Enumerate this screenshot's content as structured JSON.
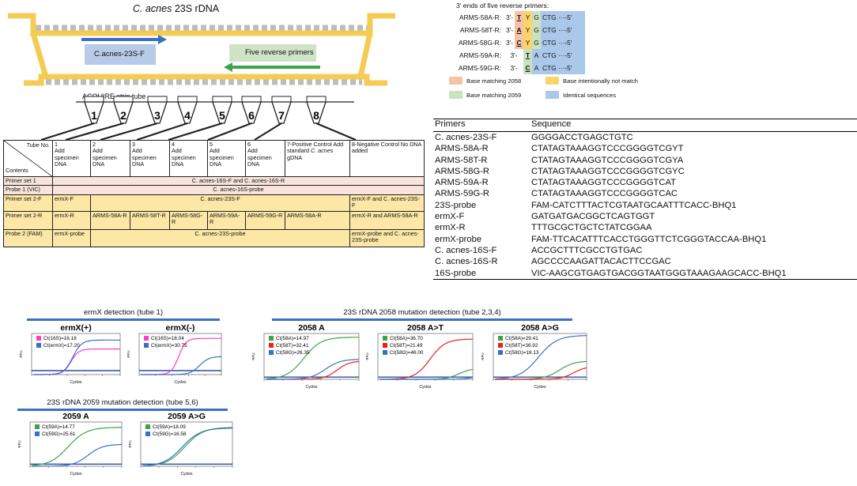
{
  "top_diagram": {
    "title_species": "C. acnes",
    "title_rest": " 23S rDNA",
    "forward_label": "C.acnes-23S-F",
    "reverse_label": "Five reverse primers",
    "strip_label": "ACQUIRE strip tube",
    "tube_numbers": [
      "1",
      "2",
      "3",
      "4",
      "5",
      "6",
      "7",
      "8"
    ]
  },
  "primers_legend": {
    "title": "3' ends of five reverse primers:",
    "rows": [
      {
        "name": "ARMS-58A-R:",
        "prime": "3'-",
        "b1": "T",
        "b2": "Y",
        "b3": "G",
        "tail": "CTG ···-5'"
      },
      {
        "name": "ARMS-58T-R:",
        "prime": "3'-",
        "b1": "A",
        "b2": "Y",
        "b3": "G",
        "tail": "CTG ···-5'"
      },
      {
        "name": "ARMS-58G-R:",
        "prime": "3'-",
        "b1": "C",
        "b2": "Y",
        "b3": "G",
        "tail": "CTG ···-5'"
      },
      {
        "name": "ARMS-59A-R:",
        "prime": "3'-",
        "b2": "T",
        "b3": "A",
        "tail": "CTG ···-5'"
      },
      {
        "name": "ARMS-59G-R:",
        "prime": "3'-",
        "b2": "C",
        "b3": "A",
        "tail": "CTG ···-5'"
      }
    ],
    "key": [
      {
        "label": "Base matching 2058",
        "color": "#f6c3a8"
      },
      {
        "label": "Base intentionally not match",
        "color": "#fbd36b"
      },
      {
        "label": "Base matching 2059",
        "color": "#c9e2bf"
      },
      {
        "label": "Identical sequences",
        "color": "#a9c8ea"
      }
    ]
  },
  "reagent_table": {
    "tube_no": "Tube No.",
    "contents": "Contents",
    "tubes": [
      {
        "num": "1",
        "text": "Add specimen DNA"
      },
      {
        "num": "2",
        "text": "Add specimen DNA"
      },
      {
        "num": "3",
        "text": "Add specimen DNA"
      },
      {
        "num": "4",
        "text": "Add specimen DNA"
      },
      {
        "num": "5",
        "text": "Add specimen DNA"
      },
      {
        "num": "6",
        "text": "Add specimen DNA"
      },
      {
        "num": "7",
        "text": "7-Positive Control Add standard",
        "italic": "C. acnes",
        "after": " gDNA"
      },
      {
        "num": "8",
        "text": "8-Negative Control No DNA added"
      }
    ],
    "rows": {
      "primer_set_1": {
        "label": "Primer set 1",
        "value": "C. acnes-16S-F and C. acnes-16S-R"
      },
      "probe_1": {
        "label": "Probe 1 (VIC)",
        "value": "C. acnes-16S-probe"
      },
      "primer_set_2f": {
        "label": "Primer set 2-F",
        "t1": "ermX-F",
        "mid": "C. acnes-23S-F",
        "t8": "ermX-F and C. acnes-23S-F"
      },
      "primer_set_2r": {
        "label": "Primer set 2-R",
        "t1": "ermX-R",
        "t2": "ARMS-58A-R",
        "t3": "ARMS-58T-R",
        "t4": "ARMS-58G-R",
        "t5": "ARMS-59A-R",
        "t6": "ARMS-59G-R",
        "t7": "ARMS-58A-R",
        "t8": "ermX-R and ARMS-58A-R"
      },
      "probe_2": {
        "label": "Probe 2 (FAM)",
        "t1": "ermX-probe",
        "mid": "C. acnes-23S-probe",
        "t8": "ermX-probe and C. acnes-23S-probe"
      }
    }
  },
  "sequence_table": {
    "col_primers": "Primers",
    "col_sequence": "Sequence",
    "rows": [
      {
        "name": "C. acnes-23S-F",
        "seq": "GGGGACCTGAGCTGTC"
      },
      {
        "name": "ARMS-58A-R",
        "seq": "CTATAGTAAAGGTCCCGGGGTCGYT"
      },
      {
        "name": "ARMS-58T-R",
        "seq": "CTATAGTAAAGGTCCCGGGGTCGYA"
      },
      {
        "name": "ARMS-58G-R",
        "seq": "CTATAGTAAAGGTCCCGGGGTCGYC"
      },
      {
        "name": "ARMS-59A-R",
        "seq": "CTATAGTAAAGGTCCCGGGGTCAT"
      },
      {
        "name": "ARMS-59G-R",
        "seq": "CTATAGTAAAGGTCCCGGGGTCAC"
      },
      {
        "name": "23S-probe",
        "seq": "FAM-CATCTTTACTCGTAATGCAATTTCACC-BHQ1"
      },
      {
        "name": "ermX-F",
        "seq": "GATGATGACGGCTCAGTGGT"
      },
      {
        "name": "ermX-R",
        "seq": "TTTGCGCTGCTCTATCGGAA"
      },
      {
        "name": "ermX-probe",
        "seq": "FAM-TTCACATTTCACCTGGGTTCTCGGGTACCAA-BHQ1"
      },
      {
        "name": "C. acnes-16S-F",
        "seq": "ACCGCTTTCGCCTGTGAC"
      },
      {
        "name": "C. acnes-16S-R",
        "seq": "AGCCCCAAGATTACACTTCCGAC"
      },
      {
        "name": "16S-probe",
        "seq": "VIC-AAGCGTGAGTGACGGTAATGGGTAAAGAAGCACC-BHQ1"
      }
    ]
  },
  "group_titles": {
    "ermx": "ermX detection (tube 1)",
    "r2058": "23S rDNA 2058 mutation detection (tube 2,3,4)",
    "r2059": "23S rDNA 2059 mutation detection (tube 5,6)"
  },
  "colors": {
    "pink": "#ff3ccf",
    "blue": "#3a6fc4",
    "green": "#3aa54a",
    "red": "#e8201c"
  },
  "chart_data": [
    {
      "type": "line",
      "title": "ermX(+)",
      "xlabel": "Cycles",
      "ylabel": "RFU",
      "xlim": [
        0,
        50
      ],
      "ylim": [
        0,
        1.25
      ],
      "legend": [
        {
          "name": "Ct(16S)=16.18",
          "color": "pink"
        },
        {
          "name": "Ct(ermX)=17.20",
          "color": "blue"
        }
      ],
      "series": [
        {
          "color": "pink",
          "ct": 16.18,
          "plateau": 0.78,
          "k": 0.45
        },
        {
          "color": "blue",
          "ct": 17.2,
          "plateau": 1.05,
          "k": 0.4
        }
      ],
      "threshold": 0.12
    },
    {
      "type": "line",
      "title": "ermX(-)",
      "xlabel": "Cycles",
      "ylabel": "RFU",
      "xlim": [
        0,
        50
      ],
      "ylim": [
        0,
        1.25
      ],
      "legend": [
        {
          "name": "Ct(16S)=18.04",
          "color": "pink"
        },
        {
          "name": "Ct(ermX)=30.75",
          "color": "blue"
        }
      ],
      "series": [
        {
          "color": "pink",
          "ct": 18.04,
          "plateau": 1.1,
          "k": 0.45
        },
        {
          "color": "blue",
          "ct": 30.75,
          "plateau": 0.55,
          "k": 0.35
        }
      ],
      "threshold": 0.12
    },
    {
      "type": "line",
      "title": "2058 A",
      "xlabel": "Cycles",
      "ylabel": "RFU",
      "xlim": [
        0,
        50
      ],
      "ylim": [
        0,
        1.25
      ],
      "legend": [
        {
          "name": "Ct(58A)=14.97",
          "color": "green"
        },
        {
          "name": "Ct(58T)=32.41",
          "color": "red"
        },
        {
          "name": "Ct(58G)=26.35",
          "color": "blue"
        }
      ],
      "series": [
        {
          "color": "green",
          "ct": 14.97,
          "plateau": 1.15,
          "k": 0.22
        },
        {
          "color": "red",
          "ct": 32.41,
          "plateau": 0.5,
          "k": 0.3
        },
        {
          "color": "blue",
          "ct": 26.35,
          "plateau": 0.55,
          "k": 0.25
        }
      ],
      "threshold": 0.06
    },
    {
      "type": "line",
      "title": "2058 A>T",
      "xlabel": "Cycles",
      "ylabel": "RFU",
      "xlim": [
        0,
        50
      ],
      "ylim": [
        0,
        1.25
      ],
      "legend": [
        {
          "name": "Ct(58A)=36.70",
          "color": "green"
        },
        {
          "name": "Ct(58T)=21.49",
          "color": "red"
        },
        {
          "name": "Ct(58G)=46.00",
          "color": "blue"
        }
      ],
      "series": [
        {
          "color": "green",
          "ct": 36.7,
          "plateau": 0.3,
          "k": 0.3
        },
        {
          "color": "red",
          "ct": 21.49,
          "plateau": 1.1,
          "k": 0.25
        },
        {
          "color": "blue",
          "ct": 46,
          "plateau": 0.15,
          "k": 0.3
        }
      ],
      "threshold": 0.06
    },
    {
      "type": "line",
      "title": "2058 A>G",
      "xlabel": "Cycles",
      "ylabel": "RFU",
      "xlim": [
        0,
        50
      ],
      "ylim": [
        0,
        1.25
      ],
      "legend": [
        {
          "name": "Ct(58A)=29.41",
          "color": "green"
        },
        {
          "name": "Ct(58T)=36.92",
          "color": "red"
        },
        {
          "name": "Ct(58G)=18.13",
          "color": "blue"
        }
      ],
      "series": [
        {
          "color": "green",
          "ct": 29.41,
          "plateau": 0.5,
          "k": 0.25
        },
        {
          "color": "red",
          "ct": 36.92,
          "plateau": 0.35,
          "k": 0.3
        },
        {
          "color": "blue",
          "ct": 18.13,
          "plateau": 1.2,
          "k": 0.2
        }
      ],
      "threshold": 0.06
    },
    {
      "type": "line",
      "title": "2059 A",
      "xlabel": "Cycles",
      "ylabel": "RFU",
      "xlim": [
        0,
        50
      ],
      "ylim": [
        0,
        1.25
      ],
      "legend": [
        {
          "name": "Ct(59A)=14.77",
          "color": "green"
        },
        {
          "name": "Ct(59G)=25.61",
          "color": "blue"
        }
      ],
      "series": [
        {
          "color": "green",
          "ct": 14.77,
          "plateau": 1.1,
          "k": 0.2
        },
        {
          "color": "blue",
          "ct": 25.61,
          "plateau": 0.62,
          "k": 0.25
        }
      ],
      "threshold": 0.06
    },
    {
      "type": "line",
      "title": "2059 A>G",
      "xlabel": "Cycles",
      "ylabel": "RFU",
      "xlim": [
        0,
        50
      ],
      "ylim": [
        0,
        1.25
      ],
      "legend": [
        {
          "name": "Ct(59A)=18.09",
          "color": "green"
        },
        {
          "name": "Ct(59G)=16.58",
          "color": "blue"
        }
      ],
      "series": [
        {
          "color": "green",
          "ct": 18.09,
          "plateau": 1.1,
          "k": 0.2
        },
        {
          "color": "blue",
          "ct": 16.58,
          "plateau": 1.08,
          "k": 0.2
        }
      ],
      "threshold": 0.06
    }
  ]
}
